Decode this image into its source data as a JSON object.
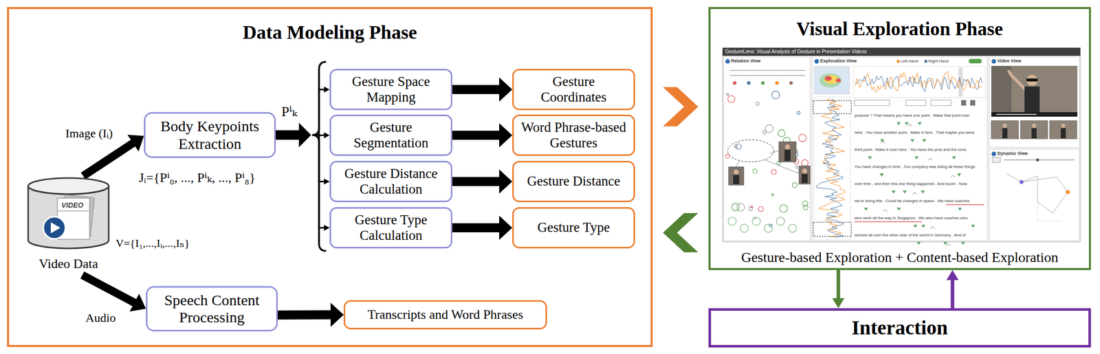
{
  "diagram": {
    "nodes": [
      {
        "text": [
          "Data Modeling Phase"
        ]
      },
      {
        "text": [
          "Video Data"
        ],
        "in": 0
      },
      {
        "text": [
          "Body Keypoints Extraction"
        ],
        "in": 0
      },
      {
        "text": [
          "Gesture Space Mapping"
        ],
        "in": 0
      },
      {
        "text": [
          "Gesture Coordinates"
        ],
        "in": 0
      },
      {
        "text": [
          "Gesture Segmentation"
        ],
        "in": 0
      },
      {
        "text": [
          "Word Phrase-based Gestures"
        ],
        "in": 0
      },
      {
        "text": [
          "Gesture Distance Calculation"
        ],
        "in": 0
      },
      {
        "text": [
          "Gesture Distance"
        ],
        "in": 0
      },
      {
        "text": [
          "Gesture Type Calculation"
        ],
        "in": 0
      },
      {
        "text": [
          "Gesture Type"
        ],
        "in": 0
      },
      {
        "text": [
          "Speech Content Processing"
        ],
        "in": 0
      },
      {
        "text": [
          "Transcripts and Word Phrases"
        ],
        "in": 0
      },
      {
        "text": [
          "Visual Exploration Phase",
          "Gesture-based Exploration + Content-based Exploration"
        ]
      },
      {
        "text": [
          "Interaction"
        ]
      }
    ],
    "edges": [
      {
        "from": 1,
        "to": 2,
        "arrow": "to",
        "label": "Image (Iᵢ)"
      },
      {
        "from": 1,
        "to": 11,
        "arrow": "to",
        "label": "Audio"
      },
      {
        "from": 2,
        "to": 3,
        "arrow": "to"
      },
      {
        "from": 2,
        "to": 5,
        "arrow": "to"
      },
      {
        "from": 2,
        "to": 7,
        "arrow": "to"
      },
      {
        "from": 2,
        "to": 9,
        "arrow": "to"
      },
      {
        "from": 3,
        "to": 4,
        "arrow": "to"
      },
      {
        "from": 5,
        "to": 6,
        "arrow": "to"
      },
      {
        "from": 7,
        "to": 8,
        "arrow": "to"
      },
      {
        "from": 9,
        "to": 10,
        "arrow": "to"
      },
      {
        "from": 11,
        "to": 12,
        "arrow": "to"
      },
      {
        "from": 0,
        "to": 13,
        "arrow": "to"
      },
      {
        "from": 13,
        "to": 0,
        "arrow": "to"
      },
      {
        "from": 13,
        "to": 14,
        "arrow": "to"
      },
      {
        "from": 14,
        "to": 13,
        "arrow": "to"
      }
    ],
    "labels": [
      "VIDEO",
      "Pⁱₖ",
      "Jᵢ={Pⁱ₀, ..., Pⁱₖ, ..., Pⁱ₈}",
      "V={I₁,...,Iᵢ,...,Iₙ}",
      "GestureLens: Visual Analysis of Gesture in Presentation Videos",
      "Relation View",
      "Exploration View",
      "Left Hand",
      "Right Hand",
      "Video View",
      "Dynamic View",
      "purpose ? That means you have one point . Make that point over",
      "here . You have another point . Make it here . That maybe you were",
      "third point . Make it over here . You have the pros and the cons",
      "You have changes in time . Our company was doing all these things",
      "over time , and then this one thing happened . And boom . Now",
      "we're doing this . Could be changes in space . We have coaches",
      "who work all the way in Singapore . We also have coaches who",
      "worked all over the other side of the world in Germany . And of"
    ]
  }
}
